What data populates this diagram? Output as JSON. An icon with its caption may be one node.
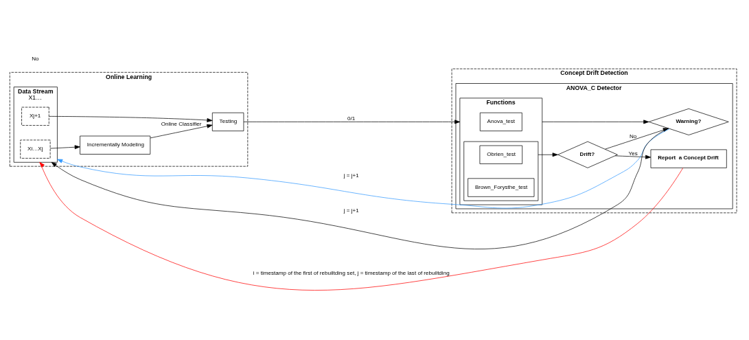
{
  "diagram": {
    "nodes": [
      {
        "text": [
          "Online Learning"
        ]
      },
      {
        "text": [
          "Data Stream",
          "X1…"
        ],
        "in": 0
      },
      {
        "text": [
          "Xi…Xj"
        ],
        "in": 1
      },
      {
        "text": [
          "Xj+1"
        ],
        "in": 1
      },
      {
        "text": [
          "Incrementally Modeling"
        ],
        "in": 0
      },
      {
        "text": [
          "Testing"
        ],
        "in": 0
      },
      {
        "text": [
          "Concept Drift Detection"
        ]
      },
      {
        "text": [
          "ANOVA_C Detector"
        ],
        "in": 6
      },
      {
        "text": [
          "Functions"
        ],
        "in": 7
      },
      {
        "text": [],
        "shape": "box",
        "in": 8
      },
      {
        "text": [
          "Obrien_test"
        ],
        "in": 9
      },
      {
        "text": [
          "Brown_Forysthe_test"
        ],
        "in": 9
      },
      {
        "text": [
          "Anova_test"
        ],
        "in": 8
      },
      {
        "text": [
          "Drift?"
        ],
        "in": 7
      },
      {
        "text": [
          "Warning?"
        ],
        "in": 7
      },
      {
        "text": [
          "Report  a Concept Drift"
        ],
        "in": 7
      }
    ],
    "edges": [
      {
        "from": 2,
        "to": 4,
        "arrow": "to"
      },
      {
        "from": 4,
        "to": 5,
        "arrow": "to",
        "label": "Online Classifier"
      },
      {
        "from": 3,
        "to": 5,
        "arrow": "to"
      },
      {
        "from": 5,
        "to": 8,
        "arrow": "to",
        "label": "0/1"
      },
      {
        "from": 9,
        "to": 13,
        "arrow": "to"
      },
      {
        "from": 8,
        "to": 14,
        "arrow": "to"
      },
      {
        "from": 13,
        "to": 15,
        "arrow": "to",
        "label": "Yes"
      },
      {
        "from": 13,
        "to": 14,
        "arrow": "to",
        "label": "No"
      },
      {
        "from": 14,
        "to": 1,
        "arrow": "to",
        "label": "j = j+1",
        "color": "#3399ff"
      },
      {
        "from": 14,
        "to": 1,
        "arrow": "to",
        "label": "j = j+1"
      },
      {
        "from": 15,
        "to": 1,
        "arrow": "to",
        "label": "i = timestamp of the first of rebuiltding set, j = timestamp of the last of rebuiltding",
        "color": "#ff0000"
      }
    ],
    "labels": [
      "No"
    ]
  }
}
